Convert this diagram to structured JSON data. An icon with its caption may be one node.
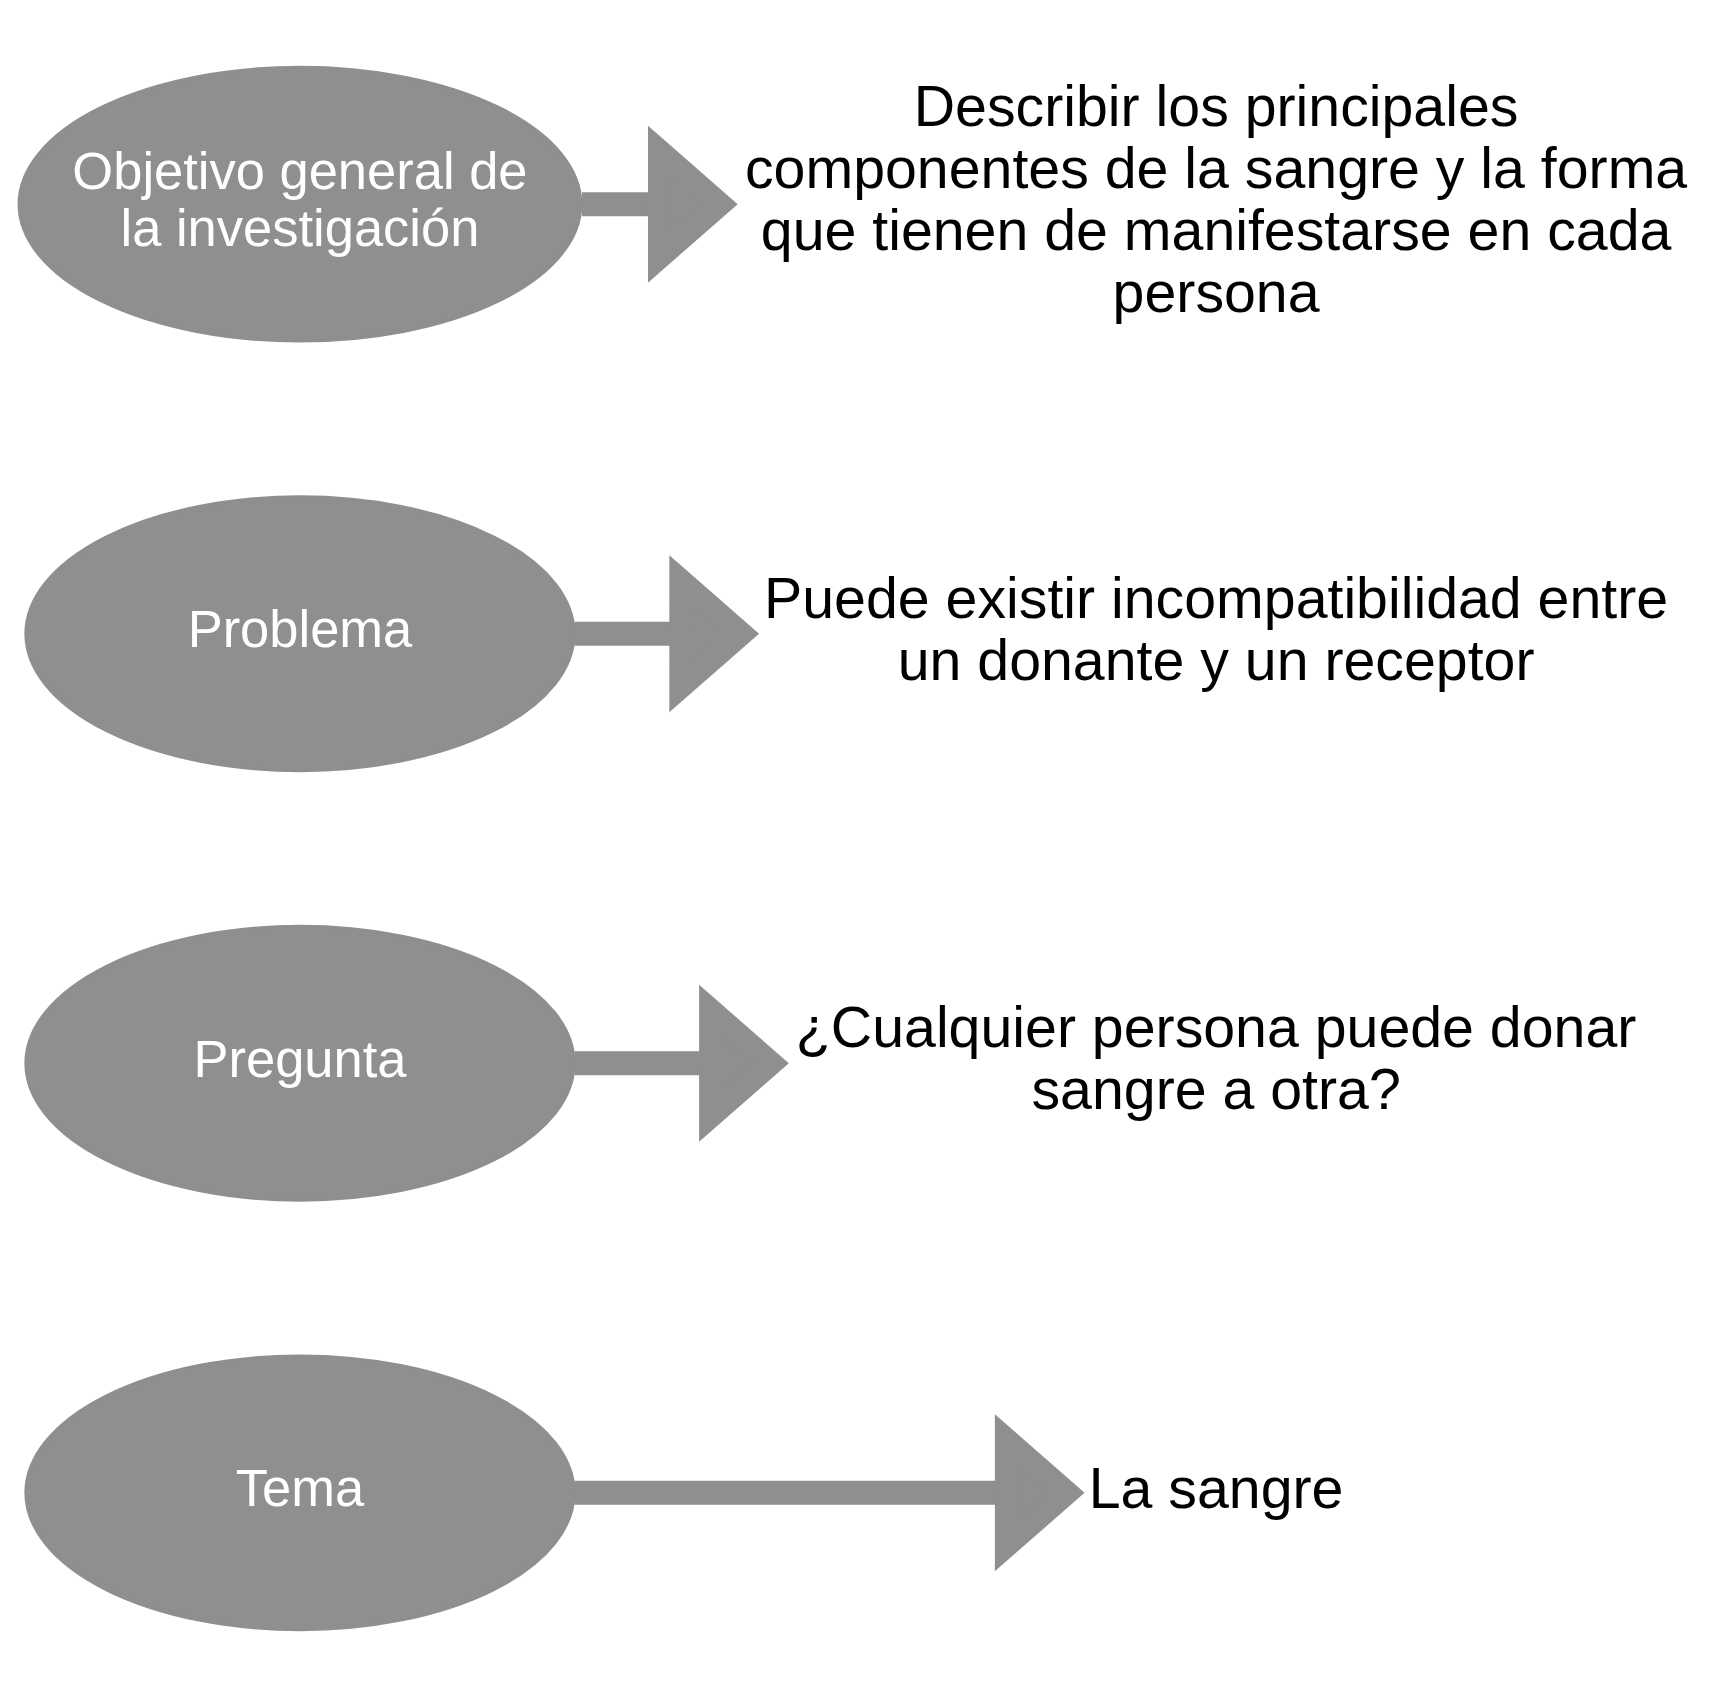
{
  "diagram": {
    "nodes": [
      {
        "text": [
          "Tema"
        ]
      },
      {
        "text": [
          "La sangre"
        ]
      },
      {
        "text": [
          "Pregunta"
        ]
      },
      {
        "text": [
          "¿Cualquier persona puede donar sangre a otra?"
        ]
      },
      {
        "text": [
          "Problema"
        ]
      },
      {
        "text": [
          "Puede existir incompatibilidad entre un donante y un receptor"
        ]
      },
      {
        "text": [
          "Objetivo general de la investigación"
        ]
      },
      {
        "text": [
          "Describir los principales componentes de la sangre y la forma que tienen de manifestarse en cada persona"
        ]
      }
    ],
    "edges": [
      {
        "from": 0,
        "to": 1,
        "arrow": "to"
      },
      {
        "from": 2,
        "to": 3,
        "arrow": "to"
      },
      {
        "from": 4,
        "to": 5,
        "arrow": "to"
      },
      {
        "from": 6,
        "to": 7,
        "arrow": "to"
      }
    ]
  }
}
